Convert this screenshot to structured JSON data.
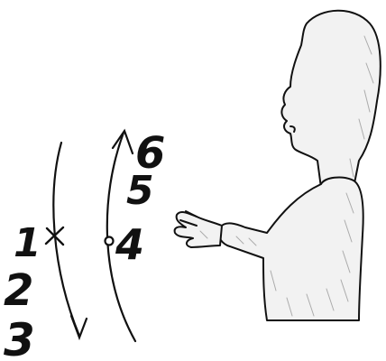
{
  "labels": {
    "one": "1",
    "two": "2",
    "three": "3",
    "four": "4",
    "five": "5",
    "six": "6"
  },
  "colors": {
    "ink": "#111111",
    "figure_fill": "#f2f2f2",
    "shading": "#9a9a9a",
    "background": "#ffffff"
  }
}
